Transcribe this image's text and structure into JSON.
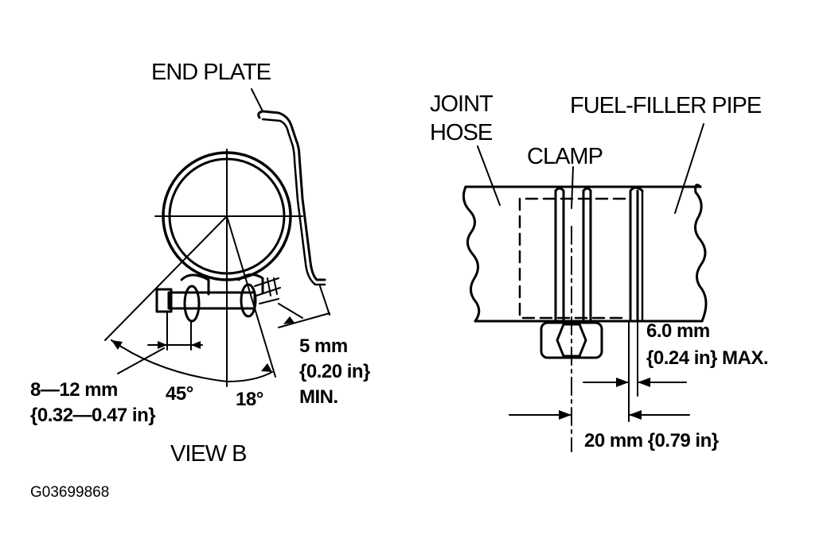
{
  "left_view": {
    "end_plate_label": "END PLATE",
    "overlap_line1": "8—12 mm",
    "overlap_line2": "{0.32—0.47 in}",
    "angle_45": "45°",
    "angle_18": "18°",
    "clearance_line1": "5 mm",
    "clearance_line2": "{0.20 in}",
    "clearance_line3": "MIN.",
    "view_label": "VIEW B"
  },
  "right_view": {
    "joint_hose_line1": "JOINT",
    "joint_hose_line2": "HOSE",
    "clamp_label": "CLAMP",
    "filler_pipe_label": "FUEL-FILLER PIPE",
    "gap_line1": "6.0 mm",
    "gap_line2": "{0.24 in} MAX.",
    "position_label": "20 mm {0.79 in}"
  },
  "figure_code": "G03699868"
}
